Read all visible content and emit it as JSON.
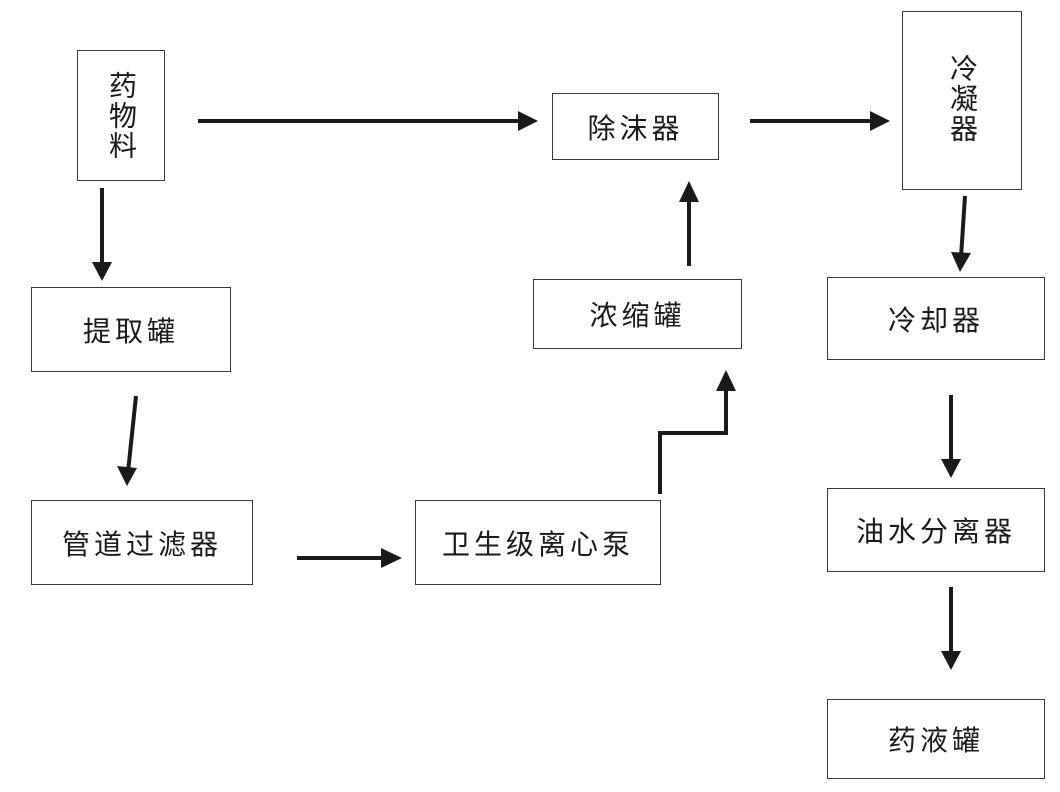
{
  "nodes": {
    "raw_material": "药物料",
    "extraction_tank": "提取罐",
    "pipeline_filter": "管道过滤器",
    "sanitary_pump": "卫生级离心泵",
    "concentration_tank": "浓缩罐",
    "defoamer": "除沫器",
    "condenser": "冷凝器",
    "cooler": "冷却器",
    "oil_water_separator": "油水分离器",
    "liquid_tank": "药液罐"
  },
  "edges": [
    {
      "from": "raw_material",
      "to": "extraction_tank"
    },
    {
      "from": "raw_material",
      "to": "defoamer"
    },
    {
      "from": "extraction_tank",
      "to": "pipeline_filter"
    },
    {
      "from": "pipeline_filter",
      "to": "sanitary_pump"
    },
    {
      "from": "sanitary_pump",
      "to": "concentration_tank"
    },
    {
      "from": "concentration_tank",
      "to": "defoamer"
    },
    {
      "from": "defoamer",
      "to": "condenser"
    },
    {
      "from": "condenser",
      "to": "cooler"
    },
    {
      "from": "cooler",
      "to": "oil_water_separator"
    },
    {
      "from": "oil_water_separator",
      "to": "liquid_tank"
    }
  ],
  "colors": {
    "line": "#1a1a1a",
    "box_border": "#3a3a3a"
  }
}
